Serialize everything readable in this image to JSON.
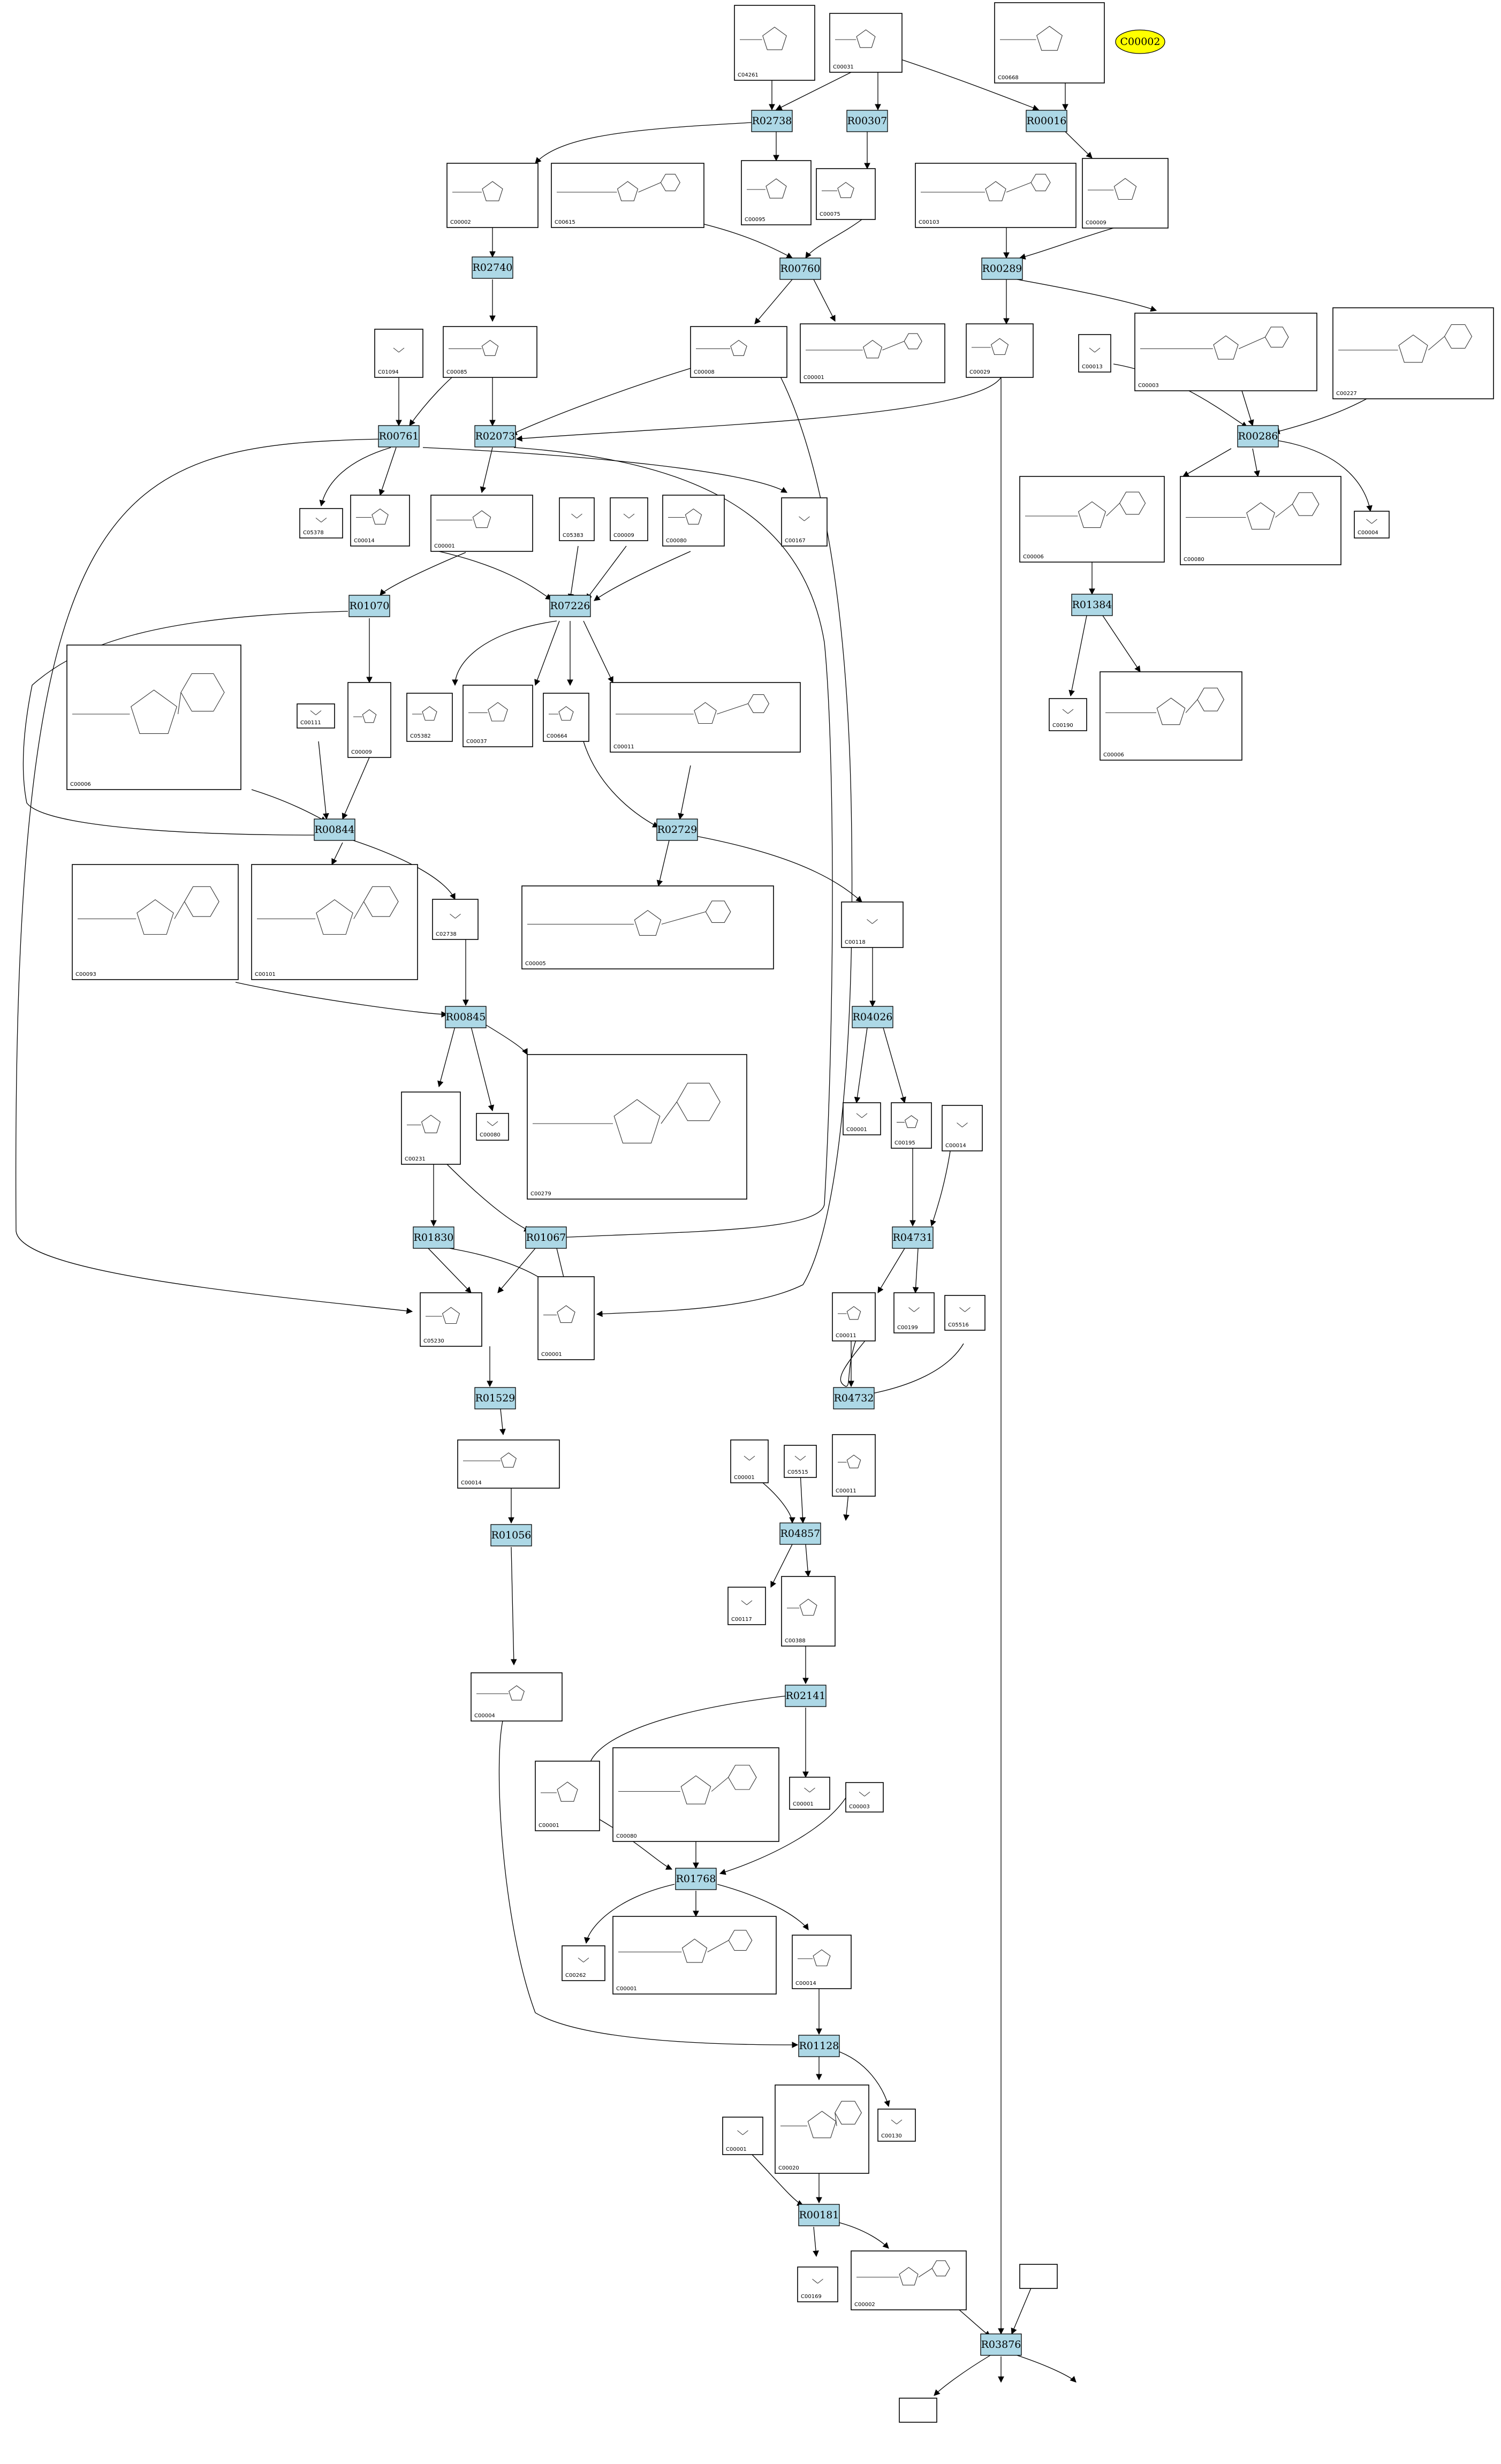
{
  "highlight": "C00002",
  "reactions": [
    "R02738",
    "R00307",
    "R00016",
    "R02740",
    "R00760",
    "R00289",
    "R00761",
    "R02073",
    "R00286",
    "R01070",
    "R07226",
    "R01384",
    "R00844",
    "R02729",
    "R00845",
    "R04026",
    "R01830",
    "R01067",
    "R04731",
    "R01529",
    "R04732",
    "R01056",
    "R04857",
    "R02141",
    "R01768",
    "R01128",
    "R00181",
    "R03876"
  ],
  "compounds": [
    "C04261",
    "C00031",
    "C00668",
    "C00002",
    "C00615",
    "C00095",
    "C00075",
    "C00103",
    "C00009",
    "C01094",
    "C00085",
    "C00008",
    "C00001",
    "C00013",
    "C00029",
    "C00003",
    "C00227",
    "C05378",
    "C00014",
    "C00001",
    "C05383",
    "C00009",
    "C00080",
    "C00167",
    "C00004",
    "C00006",
    "C00080",
    "C00111",
    "C00009",
    "C05382",
    "C00037",
    "C00664",
    "C00011",
    "C00190",
    "C00006",
    "C00006",
    "C00093",
    "C00101",
    "C02738",
    "C00005",
    "C00118",
    "C00080",
    "C00001",
    "C00195",
    "C00014",
    "C00231",
    "C00279",
    "C05230",
    "C00001",
    "C00011",
    "C00199",
    "C05516",
    "C00014",
    "C00011",
    "C00001",
    "C05515",
    "C00117",
    "C00388",
    "C00004",
    "C00001",
    "C00080",
    "C00001",
    "C00003",
    "C00262",
    "C00001",
    "C00014",
    "C00130",
    "C00001",
    "C00020",
    "C00169",
    "C00002"
  ]
}
